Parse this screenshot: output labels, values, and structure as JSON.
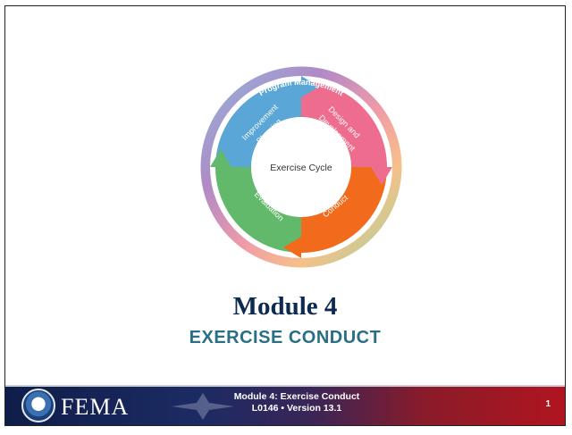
{
  "diagram": {
    "outer_label": "Program Management",
    "center_label": "Exercise Cycle",
    "segments": [
      {
        "label": "Improvement Planning",
        "color": "#5aa6d6"
      },
      {
        "label": "Design and Development",
        "color": "#ee6c8d"
      },
      {
        "label": "Conduct",
        "color": "#f26a1b"
      },
      {
        "label": "Evaluation",
        "color": "#62b96b"
      }
    ],
    "seg_lines": {
      "improvement_1": "Improvement",
      "improvement_2": "Planning",
      "design_1": "Design and",
      "design_2": "Development",
      "conduct": "Conduct",
      "evaluation": "Evaluation"
    }
  },
  "slide": {
    "title": "Module 4",
    "subtitle": "EXERCISE CONDUCT"
  },
  "footer": {
    "logo_text": "FEMA",
    "line1": "Module 4: Exercise Conduct",
    "line2": "L0146  •  Version 13.1",
    "page": "1"
  },
  "colors": {
    "title": "#0c2a52",
    "subtitle": "#2a6f86",
    "banner_left": "#0f1d4a",
    "banner_right": "#b0151f"
  }
}
